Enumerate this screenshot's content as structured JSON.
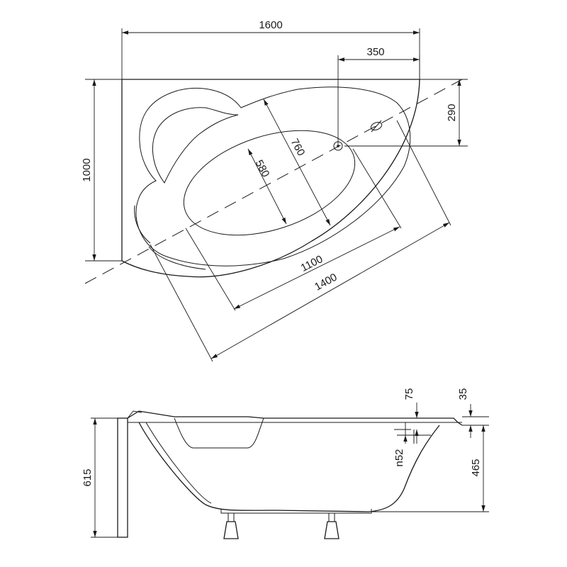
{
  "top_view": {
    "dim_length": "1600",
    "dim_drain_offset": "350",
    "dim_drain_depth": "290",
    "dim_width": "1000",
    "dim_inner_width": "760",
    "dim_bottom_width": "580",
    "dim_bottom_length": "1100",
    "dim_diagonal_length": "1400"
  },
  "side_view": {
    "dim_overflow_drop": "75",
    "dim_rim_thickness": "35",
    "dim_overflow": "n52",
    "dim_total_height": "615",
    "dim_depth": "465"
  }
}
